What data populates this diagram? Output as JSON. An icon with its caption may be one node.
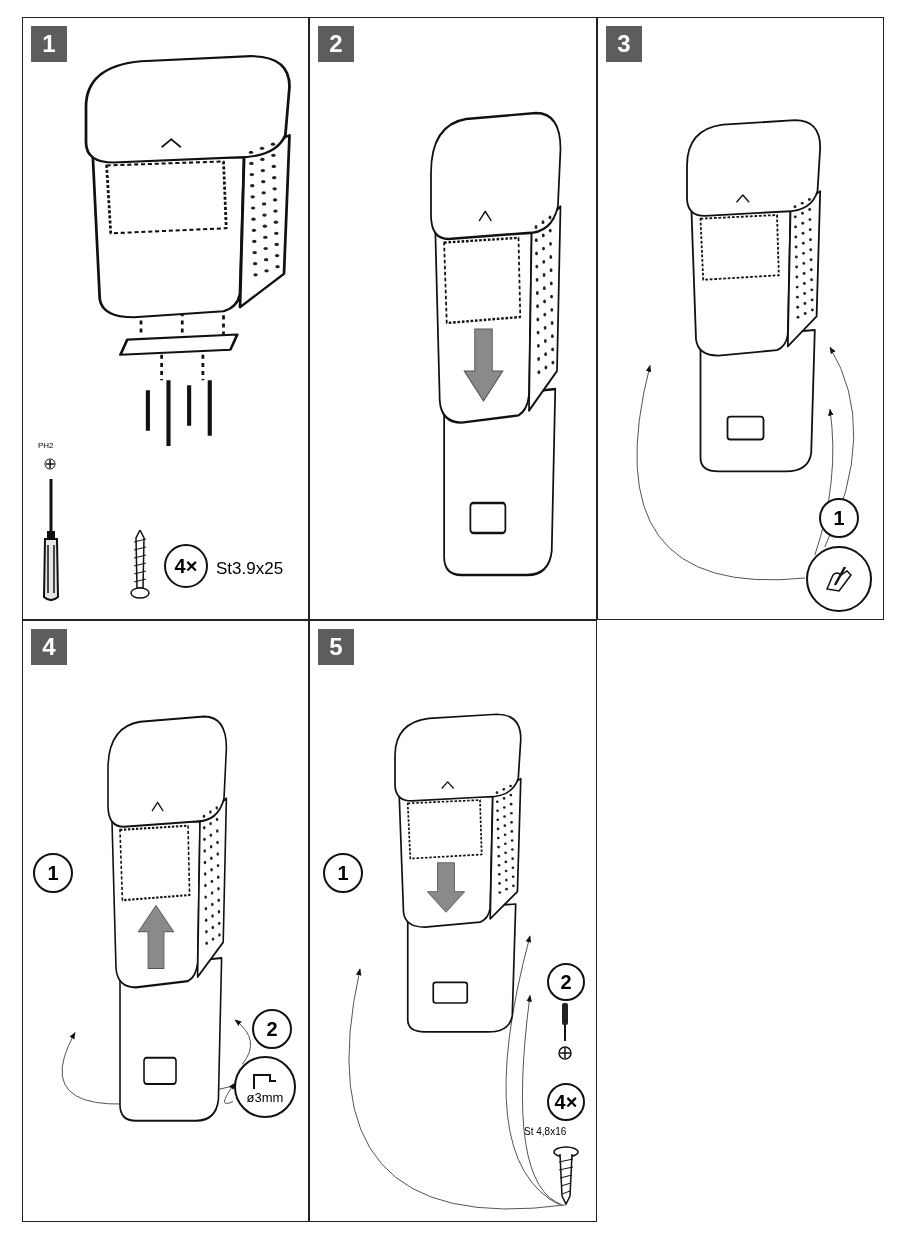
{
  "diagram": {
    "nodes": [
      {
        "text": [
          "1"
        ]
      },
      {
        "text": [],
        "shape": "picture",
        "in": 0
      },
      {
        "text": [],
        "shape": "picture",
        "in": 0
      },
      {
        "text": [
          "4×"
        ],
        "in": 0,
        "beside": [
          "St3.9x25"
        ]
      },
      {
        "text": [
          "2"
        ]
      },
      {
        "text": [],
        "shape": "picture",
        "in": 4
      },
      {
        "text": [
          "3"
        ]
      },
      {
        "text": [],
        "shape": "picture",
        "in": 6
      },
      {
        "text": [
          "1"
        ],
        "in": 6
      },
      {
        "text": [],
        "shape": "circle",
        "in": 6
      },
      {
        "text": [
          "4"
        ]
      },
      {
        "text": [],
        "shape": "picture",
        "in": 10
      },
      {
        "text": [
          "1"
        ],
        "in": 10
      },
      {
        "text": [
          "2"
        ],
        "in": 10
      },
      {
        "text": [
          "ø3mm"
        ],
        "in": 10
      },
      {
        "text": [
          "5"
        ]
      },
      {
        "text": [],
        "shape": "picture",
        "in": 15
      },
      {
        "text": [
          "1"
        ],
        "in": 15
      },
      {
        "text": [
          "2"
        ],
        "in": 15
      },
      {
        "text": [
          "4×"
        ],
        "in": 15
      },
      {
        "text": [],
        "shape": "picture",
        "in": 15
      }
    ],
    "edges": [
      {
        "from": 9,
        "to": 7,
        "arrow": "to"
      },
      {
        "from": 9,
        "to": 7,
        "arrow": "to"
      },
      {
        "from": 9,
        "to": 7,
        "arrow": "to"
      },
      {
        "from": 14,
        "to": 11,
        "arrow": "to"
      },
      {
        "from": 14,
        "to": 11,
        "arrow": "to"
      },
      {
        "from": 14,
        "to": 11,
        "arrow": "to"
      },
      {
        "from": 20,
        "to": 16,
        "arrow": "to"
      },
      {
        "from": 20,
        "to": 16,
        "arrow": "to"
      },
      {
        "from": 20,
        "to": 16,
        "arrow": "to"
      }
    ],
    "labels": [
      "PH2",
      "St 4,8x16"
    ]
  }
}
